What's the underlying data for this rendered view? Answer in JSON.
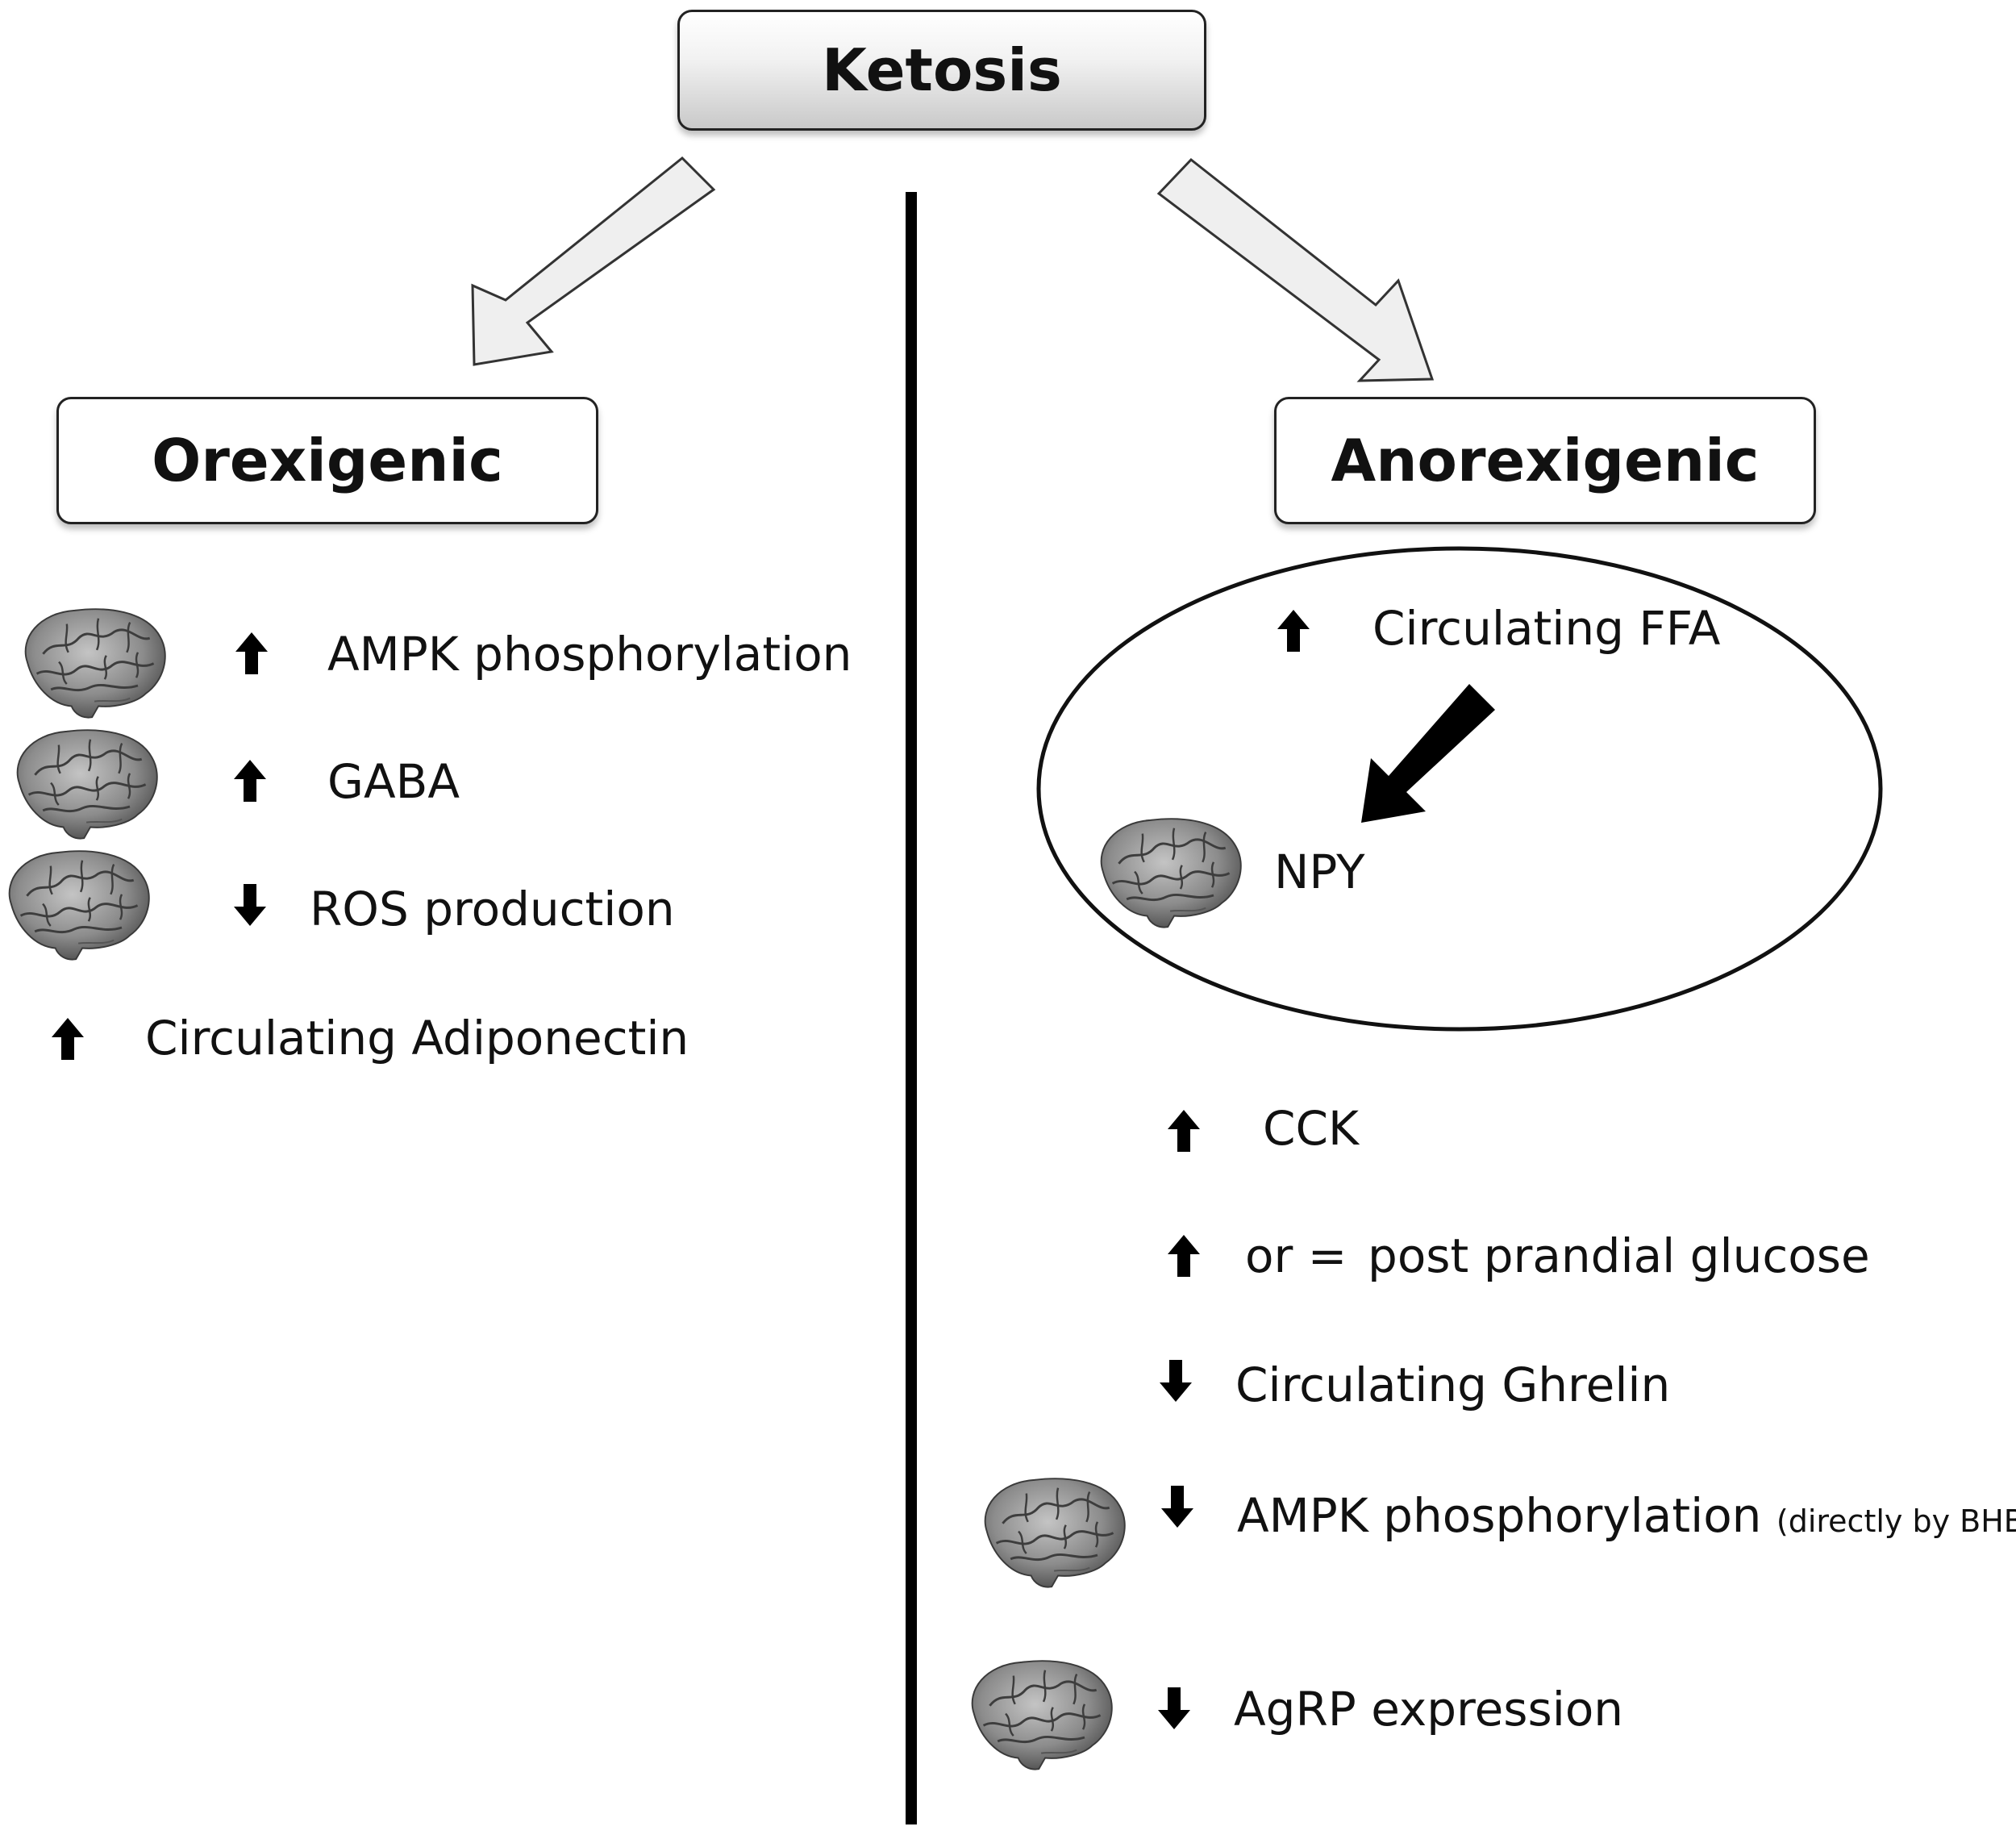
{
  "title": "Ketosis",
  "left": {
    "heading": "Orexigenic",
    "items": [
      {
        "arrow": "up",
        "text": "AMPK phosphorylation",
        "brain": true
      },
      {
        "arrow": "up",
        "text": "GABA",
        "brain": true
      },
      {
        "arrow": "down",
        "text": "ROS production",
        "brain": true
      },
      {
        "arrow": "up",
        "text": "Circulating Adiponectin",
        "brain": false
      }
    ]
  },
  "right": {
    "heading": "Anorexigenic",
    "ellipse": {
      "top_item": {
        "arrow": "up",
        "text": "Circulating FFA"
      },
      "bottom_item": {
        "text": "NPY",
        "brain": true
      }
    },
    "items": [
      {
        "arrow": "up",
        "text": "CCK",
        "brain": false
      },
      {
        "arrow": "up",
        "prefix": "or =",
        "text": "post prandial glucose",
        "brain": false
      },
      {
        "arrow": "down",
        "text": "Circulating Ghrelin",
        "brain": false
      },
      {
        "arrow": "down",
        "text": "AMPK phosphorylation",
        "note": "(directly by BHB)",
        "brain": true
      },
      {
        "arrow": "down",
        "text": "AgRP expression",
        "brain": true
      }
    ]
  },
  "icons": {
    "brain": "brain-icon",
    "up": "arrow-up-icon",
    "down": "arrow-down-icon"
  }
}
